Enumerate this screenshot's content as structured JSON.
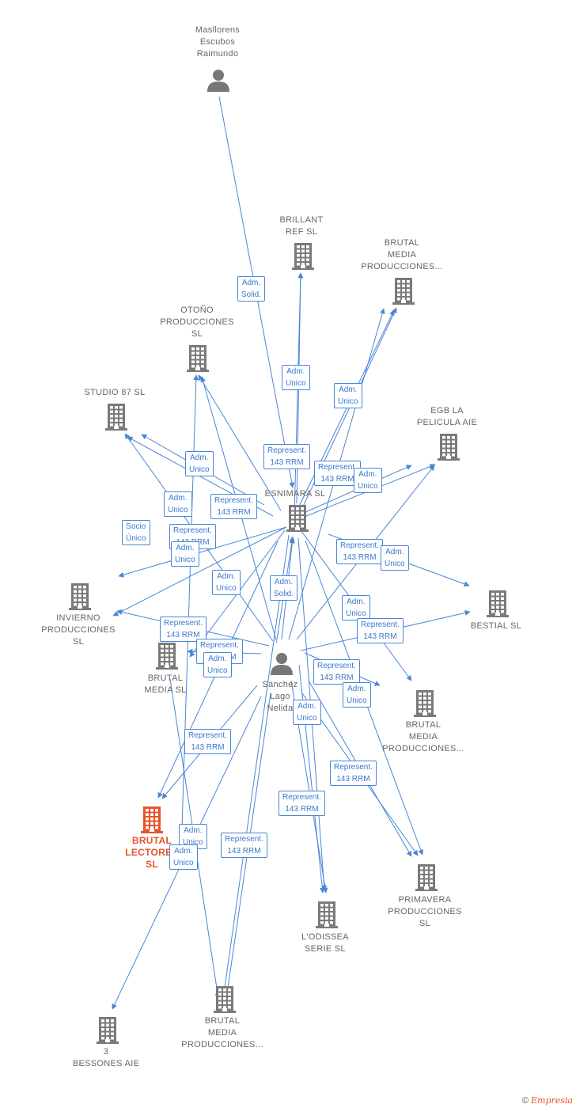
{
  "colors": {
    "edge": "#4a86d8",
    "building": "#7a7a7a",
    "main_building": "#e8532a",
    "person": "#777777"
  },
  "nodes": [
    {
      "id": "masllorens",
      "kind": "person",
      "icon": "person-icon",
      "label": "Masllorens\nEscubos\nRaimundo"
    },
    {
      "id": "brillant",
      "kind": "company",
      "icon": "building-icon",
      "label": "BRILLANT\nREF  SL"
    },
    {
      "id": "brutal_top",
      "kind": "company",
      "icon": "building-icon",
      "label": "BRUTAL\nMEDIA\nPRODUCCIONES..."
    },
    {
      "id": "otono",
      "kind": "company",
      "icon": "building-icon",
      "label": "OTOÑO\nPRODUCCIONES\nSL"
    },
    {
      "id": "studio87",
      "kind": "company",
      "icon": "building-icon",
      "label": "STUDIO 87 SL"
    },
    {
      "id": "egb",
      "kind": "company",
      "icon": "building-icon",
      "label": "EGB LA\nPELICULA  AIE"
    },
    {
      "id": "esnimara",
      "kind": "company",
      "icon": "building-icon",
      "label": "ESNIMARA  SL"
    },
    {
      "id": "invierno",
      "kind": "company",
      "icon": "building-icon",
      "label": "INVIERNO\nPRODUCCIONES\nSL"
    },
    {
      "id": "bestial",
      "kind": "company",
      "icon": "building-icon",
      "label": "BESTIAL  SL"
    },
    {
      "id": "brutal_media_sl",
      "kind": "company",
      "icon": "building-icon",
      "label": "BRUTAL\nMEDIA SL"
    },
    {
      "id": "sanchez",
      "kind": "person",
      "icon": "person-icon",
      "label": "Sanchez\nLago\nNelida"
    },
    {
      "id": "brutal_right",
      "kind": "company",
      "icon": "building-icon",
      "label": "BRUTAL\nMEDIA\nPRODUCCIONES..."
    },
    {
      "id": "brutal_lectores",
      "kind": "main",
      "icon": "building-icon",
      "label": "BRUTAL\nLECTORES\nSL"
    },
    {
      "id": "primavera",
      "kind": "company",
      "icon": "building-icon",
      "label": "PRIMAVERA\nPRODUCCIONES\nSL"
    },
    {
      "id": "odissea",
      "kind": "company",
      "icon": "building-icon",
      "label": "L'ODISSEA\nSERIE  SL"
    },
    {
      "id": "brutal_bottom",
      "kind": "company",
      "icon": "building-icon",
      "label": "BRUTAL\nMEDIA\nPRODUCCIONES..."
    },
    {
      "id": "bessones",
      "kind": "company",
      "icon": "building-icon",
      "label": "3\nBESSONES  AIE"
    }
  ],
  "relations": [
    {
      "id": "r1",
      "text": "Adm.\nSolid."
    },
    {
      "id": "r2",
      "text": "Adm.\nUnico"
    },
    {
      "id": "r3",
      "text": "Adm.\nUnico"
    },
    {
      "id": "r4",
      "text": "Represent.\n143 RRM"
    },
    {
      "id": "r5",
      "text": "Represent.\n143 RRM"
    },
    {
      "id": "r6",
      "text": "Adm.\nUnico"
    },
    {
      "id": "r7",
      "text": "Adm.\nUnico"
    },
    {
      "id": "r8",
      "text": "Adm.\nUnico"
    },
    {
      "id": "r9",
      "text": "Represent.\n143 RRM"
    },
    {
      "id": "r10",
      "text": "Socio\nÚnico"
    },
    {
      "id": "r11",
      "text": "Represent.\n143 RRM"
    },
    {
      "id": "r12",
      "text": "Adm.\nUnico"
    },
    {
      "id": "r13",
      "text": "Represent.\n143 RRM"
    },
    {
      "id": "r14",
      "text": "Adm.\nUnico"
    },
    {
      "id": "r15",
      "text": "Adm.\nUnico"
    },
    {
      "id": "r16",
      "text": "Adm.\nSolid."
    },
    {
      "id": "r17",
      "text": "Adm.\nUnico"
    },
    {
      "id": "r18",
      "text": "Represent.\n143 RRM"
    },
    {
      "id": "r19",
      "text": "Represent.\n143 RRM"
    },
    {
      "id": "r20",
      "text": "Represent.\n143 RRM"
    },
    {
      "id": "r21",
      "text": "Adm.\nUnico"
    },
    {
      "id": "r22",
      "text": "Represent.\n143 RRM"
    },
    {
      "id": "r23",
      "text": "Adm.\nUnico"
    },
    {
      "id": "r24",
      "text": "Adm.\nUnico"
    },
    {
      "id": "r25",
      "text": "Represent.\n143 RRM"
    },
    {
      "id": "r26",
      "text": "Represent.\n143 RRM"
    },
    {
      "id": "r27",
      "text": "Represent.\n143 RRM"
    },
    {
      "id": "r28",
      "text": "Adm.\nUnico"
    },
    {
      "id": "r29",
      "text": "Represent.\n143 RRM"
    },
    {
      "id": "r30",
      "text": "Adm.\nUnico"
    },
    {
      "id": "r31",
      "text": "Adm.\nUnico"
    }
  ],
  "footer": {
    "copyright": "©",
    "brand": "Empresia"
  }
}
